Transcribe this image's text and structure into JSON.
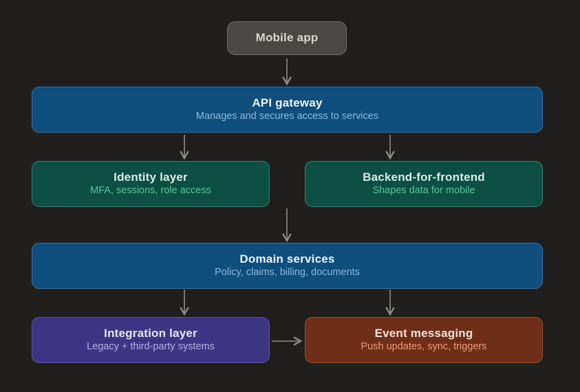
{
  "canvas": {
    "background": "#201f1d"
  },
  "arrows": {
    "color": "#8e8d88"
  },
  "nodes": {
    "mobile_app": {
      "title": "Mobile app",
      "fill": "#494845",
      "border": "#73716c",
      "title_color": "#d8d5cf"
    },
    "api_gateway": {
      "title": "API gateway",
      "subtitle": "Manages and secures access to services",
      "fill": "#0f4e7d",
      "border": "#3273aa",
      "title_color": "#eef3f8",
      "subtitle_color": "#8cb8de"
    },
    "identity_layer": {
      "title": "Identity layer",
      "subtitle": "MFA, sessions, role access",
      "fill": "#0d4f43",
      "border": "#358270",
      "title_color": "#d9ece5",
      "subtitle_color": "#57c598"
    },
    "backend_for_frontend": {
      "title": "Backend-for-frontend",
      "subtitle": "Shapes data for mobile",
      "fill": "#0d4f43",
      "border": "#358270",
      "title_color": "#d9ece5",
      "subtitle_color": "#57c598"
    },
    "domain_services": {
      "title": "Domain services",
      "subtitle": "Policy, claims, billing, documents",
      "fill": "#0f4e7d",
      "border": "#3273aa",
      "title_color": "#eef3f8",
      "subtitle_color": "#8cb8de"
    },
    "integration_layer": {
      "title": "Integration layer",
      "subtitle": "Legacy + third-party systems",
      "fill": "#3e3585",
      "border": "#5a52a8",
      "title_color": "#e8e5f5",
      "subtitle_color": "#b7aee6"
    },
    "event_messaging": {
      "title": "Event messaging",
      "subtitle": "Push updates, sync, triggers",
      "fill": "#6f2e17",
      "border": "#9c4f2d",
      "title_color": "#f6e0d8",
      "subtitle_color": "#eb9c80"
    }
  },
  "edges": [
    {
      "from": "mobile_app",
      "to": "api_gateway"
    },
    {
      "from": "api_gateway",
      "to": "identity_layer"
    },
    {
      "from": "api_gateway",
      "to": "backend_for_frontend"
    },
    {
      "from": "identity_layer_and_backend_for_frontend",
      "to": "domain_services"
    },
    {
      "from": "domain_services",
      "to": "integration_layer"
    },
    {
      "from": "domain_services",
      "to": "event_messaging"
    },
    {
      "from": "integration_layer",
      "to": "event_messaging"
    }
  ]
}
